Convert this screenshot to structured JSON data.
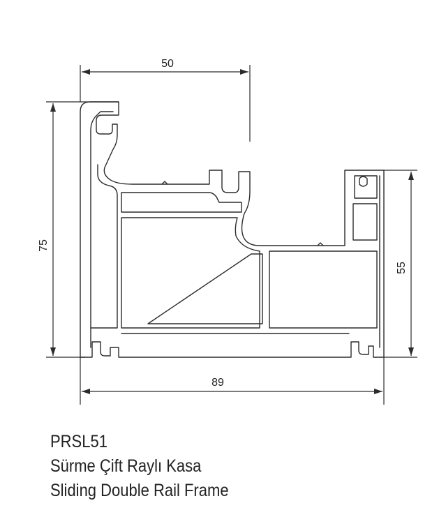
{
  "dimensions": {
    "top_width": "50",
    "left_height": "75",
    "right_height": "55",
    "bottom_width": "89"
  },
  "caption": {
    "code": "PRSL51",
    "name_tr": "Sürme Çift Raylı Kasa",
    "name_en": "Sliding Double Rail Frame"
  },
  "colors": {
    "line": "#2b2b2b",
    "background": "#ffffff"
  }
}
